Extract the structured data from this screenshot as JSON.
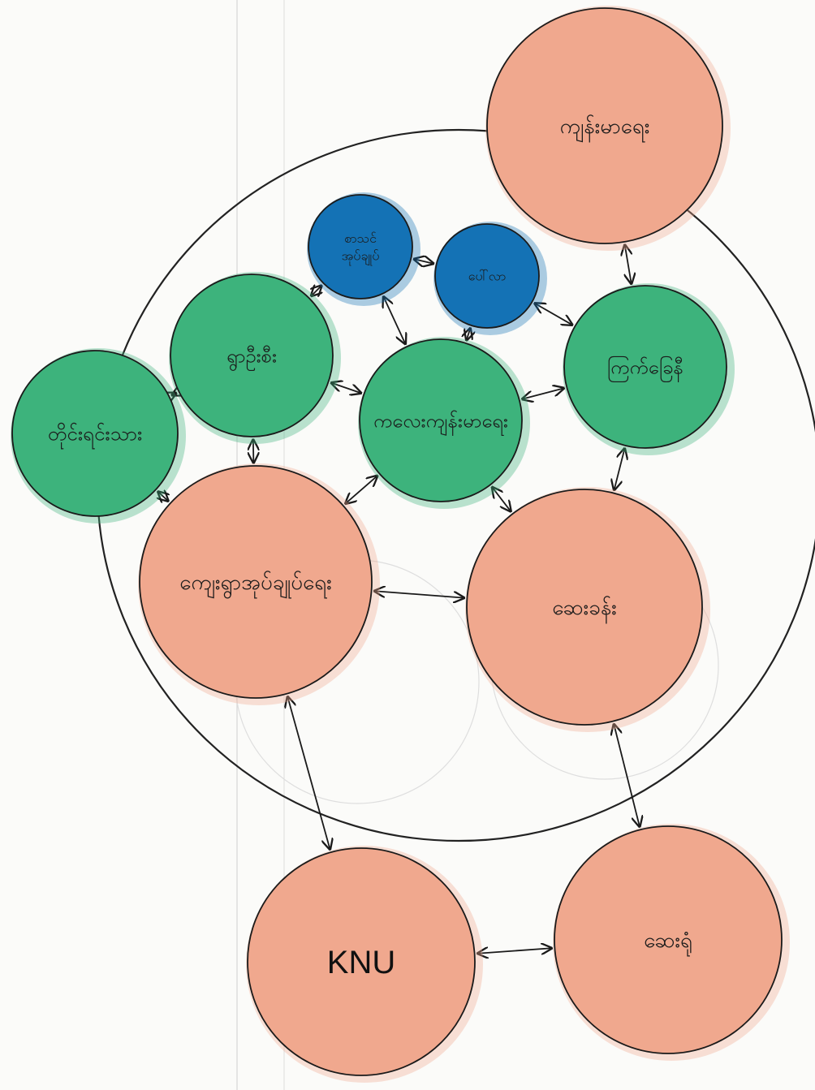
{
  "diagram": {
    "nodes": [
      {
        "id": "health-township-office",
        "label_lines": [
          "ကျန်းမာရေး"
        ],
        "color": "peach"
      },
      {
        "id": "village-heads",
        "label_lines": [
          "ရွာဦးစီး"
        ],
        "color": "green"
      },
      {
        "id": "blue-top-left",
        "label_lines": [
          "စာသင်",
          "အုပ်ချုပ်"
        ],
        "color": "blue"
      },
      {
        "id": "blue-top-right",
        "label_lines": [
          "ပေါ်လာ"
        ],
        "color": "blue"
      },
      {
        "id": "local-nurse",
        "label_lines": [
          "ကြက်ခြေနီ"
        ],
        "color": "green"
      },
      {
        "id": "community-health",
        "label_lines": [
          "ကလေးကျန်းမာရေး"
        ],
        "color": "green"
      },
      {
        "id": "ethnic-health",
        "label_lines": [
          "တိုင်းရင်းသား"
        ],
        "color": "green"
      },
      {
        "id": "village-tract-leaders",
        "label_lines": [
          "ကျေးရွာအုပ်ချုပ်ရေး"
        ],
        "color": "peach"
      },
      {
        "id": "clinic-services",
        "label_lines": [
          "ဆေးခန်း"
        ],
        "color": "peach"
      },
      {
        "id": "knu",
        "label_lines": [
          "KNU"
        ],
        "color": "peach"
      },
      {
        "id": "township-hospital",
        "label_lines": [
          "ဆေးရုံ"
        ],
        "color": "peach"
      }
    ],
    "edges": [
      {
        "from": "village-heads",
        "to": "blue-top-left"
      },
      {
        "from": "blue-top-left",
        "to": "blue-top-right"
      },
      {
        "from": "blue-top-left",
        "to": "community-health"
      },
      {
        "from": "blue-top-right",
        "to": "community-health"
      },
      {
        "from": "blue-top-right",
        "to": "local-nurse"
      },
      {
        "from": "health-township-office",
        "to": "local-nurse"
      },
      {
        "from": "village-heads",
        "to": "ethnic-health"
      },
      {
        "from": "village-heads",
        "to": "community-health"
      },
      {
        "from": "village-heads",
        "to": "village-tract-leaders"
      },
      {
        "from": "ethnic-health",
        "to": "village-tract-leaders"
      },
      {
        "from": "community-health",
        "to": "local-nurse"
      },
      {
        "from": "community-health",
        "to": "village-tract-leaders"
      },
      {
        "from": "community-health",
        "to": "clinic-services"
      },
      {
        "from": "local-nurse",
        "to": "clinic-services"
      },
      {
        "from": "village-tract-leaders",
        "to": "clinic-services"
      },
      {
        "from": "village-tract-leaders",
        "to": "knu"
      },
      {
        "from": "clinic-services",
        "to": "township-hospital"
      },
      {
        "from": "knu",
        "to": "township-hospital"
      }
    ],
    "colors": {
      "green": "#3db37c",
      "peach": "#f0a88e",
      "blue": "#1472b5",
      "outline": "#1a1a1a",
      "boundary": "#222222",
      "paper_line": "#c9c9c9"
    }
  }
}
